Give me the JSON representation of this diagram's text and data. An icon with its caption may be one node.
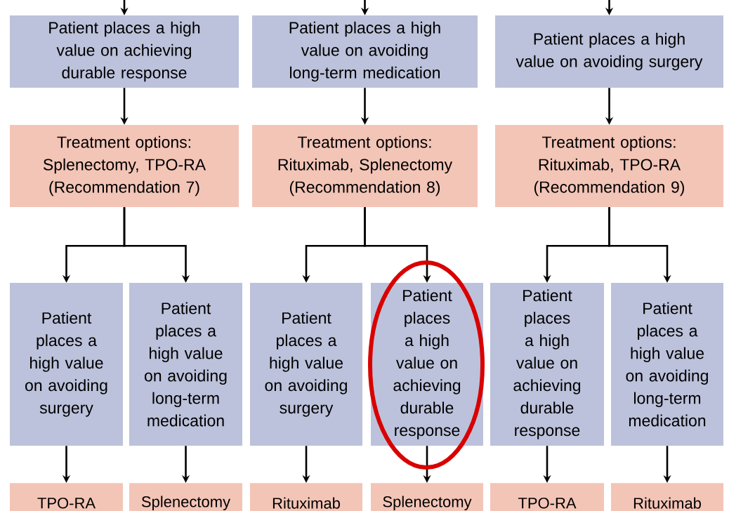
{
  "diagram": {
    "nodes": [
      {
        "text": [
          "Patient places a high value on achieving durable response"
        ]
      },
      {
        "text": [
          "Patient places a high value on avoiding long-term medication"
        ]
      },
      {
        "text": [
          "Patient places a high value on avoiding surgery"
        ]
      },
      {
        "text": [
          "Treatment options: Splenectomy, TPO-RA (Recommendation 7)"
        ]
      },
      {
        "text": [
          "Treatment options: Rituximab, Splenectomy (Recommendation 8)"
        ]
      },
      {
        "text": [
          "Treatment options: Rituximab, TPO-RA (Recommendation 9)"
        ]
      },
      {
        "text": [
          "Patient places a high value on avoiding surgery"
        ]
      },
      {
        "text": [
          "Patient places a high value on avoiding long-term medication"
        ]
      },
      {
        "text": [
          "Patient places a high value on avoiding surgery"
        ]
      },
      {
        "text": [
          "Patient places a high value on achieving durable response"
        ]
      },
      {
        "text": [
          "Patient places a high value on achieving durable response"
        ]
      },
      {
        "text": [
          "Patient places a high value on avoiding long-term medication"
        ]
      },
      {
        "text": [
          "TPO-RA"
        ]
      },
      {
        "text": [
          "Splenectomy"
        ]
      },
      {
        "text": [
          "Rituximab"
        ]
      },
      {
        "text": [
          "Splenectomy"
        ]
      },
      {
        "text": [
          "TPO-RA"
        ]
      },
      {
        "text": [
          "Rituximab"
        ]
      }
    ],
    "edges": [
      {
        "from": null,
        "to": 0,
        "arrow": "to"
      },
      {
        "from": null,
        "to": 1,
        "arrow": "to"
      },
      {
        "from": null,
        "to": 2,
        "arrow": "to"
      },
      {
        "from": 0,
        "to": 3,
        "arrow": "to"
      },
      {
        "from": 1,
        "to": 4,
        "arrow": "to"
      },
      {
        "from": 2,
        "to": 5,
        "arrow": "to"
      },
      {
        "from": 3,
        "to": 6,
        "arrow": "to"
      },
      {
        "from": 3,
        "to": 7,
        "arrow": "to"
      },
      {
        "from": 4,
        "to": 8,
        "arrow": "to"
      },
      {
        "from": 4,
        "to": 9,
        "arrow": "to"
      },
      {
        "from": 5,
        "to": 10,
        "arrow": "to"
      },
      {
        "from": 5,
        "to": 11,
        "arrow": "to"
      },
      {
        "from": 6,
        "to": 12,
        "arrow": "to"
      },
      {
        "from": 7,
        "to": 13,
        "arrow": "to"
      },
      {
        "from": 8,
        "to": 14,
        "arrow": "to"
      },
      {
        "from": 9,
        "to": 15,
        "arrow": "to"
      },
      {
        "from": 10,
        "to": 16,
        "arrow": "to"
      },
      {
        "from": 11,
        "to": 17,
        "arrow": "to"
      }
    ]
  }
}
